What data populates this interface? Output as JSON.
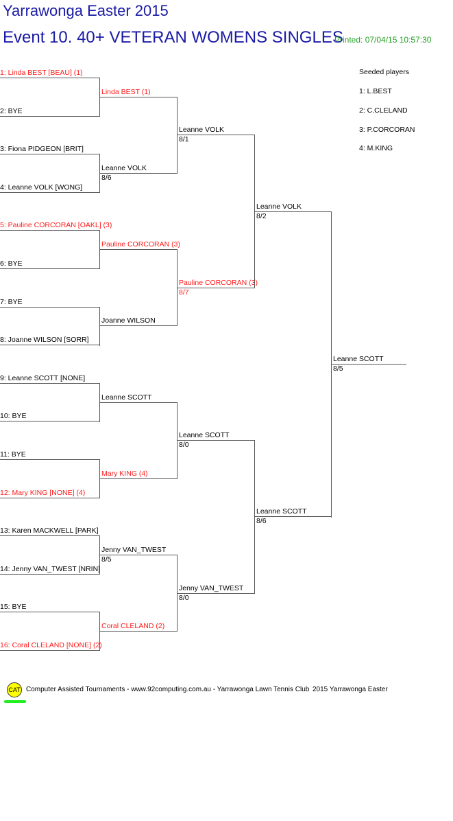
{
  "header": {
    "title": "Yarrawonga Easter 2015",
    "event": "Event 10. 40+ VETERAN WOMENS SINGLES",
    "printed": "Printed: 07/04/15 10:57:30"
  },
  "seeded": {
    "heading": "Seeded players",
    "players": [
      "1: L.BEST",
      "2: C.CLELAND",
      "3: P.CORCORAN",
      "4: M.KING"
    ]
  },
  "rounds": [
    [
      {
        "name": "1: Linda BEST [BEAU] (1)",
        "score": "",
        "seed": true
      },
      {
        "name": "2: BYE",
        "score": "",
        "seed": false
      },
      {
        "name": "3: Fiona PIDGEON [BRIT]",
        "score": "",
        "seed": false
      },
      {
        "name": "4: Leanne VOLK [WONG]",
        "score": "",
        "seed": false
      },
      {
        "name": "5: Pauline CORCORAN [OAKL] (3)",
        "score": "",
        "seed": true
      },
      {
        "name": "6: BYE",
        "score": "",
        "seed": false
      },
      {
        "name": "7: BYE",
        "score": "",
        "seed": false
      },
      {
        "name": "8: Joanne WILSON [SORR]",
        "score": "",
        "seed": false
      },
      {
        "name": "9: Leanne SCOTT [NONE]",
        "score": "",
        "seed": false
      },
      {
        "name": "10: BYE",
        "score": "",
        "seed": false
      },
      {
        "name": "11: BYE",
        "score": "",
        "seed": false
      },
      {
        "name": "12: Mary KING [NONE] (4)",
        "score": "",
        "seed": true
      },
      {
        "name": "13: Karen MACKWELL [PARK]",
        "score": "",
        "seed": false
      },
      {
        "name": "14: Jenny VAN_TWEST [NRIN]",
        "score": "",
        "seed": false
      },
      {
        "name": "15: BYE",
        "score": "",
        "seed": false
      },
      {
        "name": "16: Coral CLELAND [NONE] (2)",
        "score": "",
        "seed": true
      }
    ],
    [
      {
        "name": "Linda BEST (1)",
        "score": "",
        "seed": true
      },
      {
        "name": "Leanne VOLK",
        "score": "8/6",
        "seed": false
      },
      {
        "name": "Pauline CORCORAN (3)",
        "score": "",
        "seed": true
      },
      {
        "name": "Joanne WILSON",
        "score": "",
        "seed": false
      },
      {
        "name": "Leanne SCOTT",
        "score": "",
        "seed": false
      },
      {
        "name": "Mary KING (4)",
        "score": "",
        "seed": true
      },
      {
        "name": "Jenny VAN_TWEST",
        "score": "8/5",
        "seed": false
      },
      {
        "name": "Coral CLELAND (2)",
        "score": "",
        "seed": true
      }
    ],
    [
      {
        "name": "Leanne VOLK",
        "score": "8/1",
        "seed": false
      },
      {
        "name": "Pauline CORCORAN (3)",
        "score": "8/7",
        "seed": true
      },
      {
        "name": "Leanne SCOTT",
        "score": "8/0",
        "seed": false
      },
      {
        "name": "Jenny VAN_TWEST",
        "score": "8/0",
        "seed": false
      }
    ],
    [
      {
        "name": "Leanne VOLK",
        "score": "8/2",
        "seed": false
      },
      {
        "name": "Leanne SCOTT",
        "score": "8/6",
        "seed": false
      }
    ],
    [
      {
        "name": "Leanne SCOTT",
        "score": "8/5",
        "seed": false
      }
    ]
  ],
  "footer": {
    "logo": "CAT",
    "credit": "Computer Assisted Tournaments - www.92computing.com.au -  Yarrawonga Lawn Tennis Club",
    "event": "2015 Yarrawonga Easter"
  }
}
